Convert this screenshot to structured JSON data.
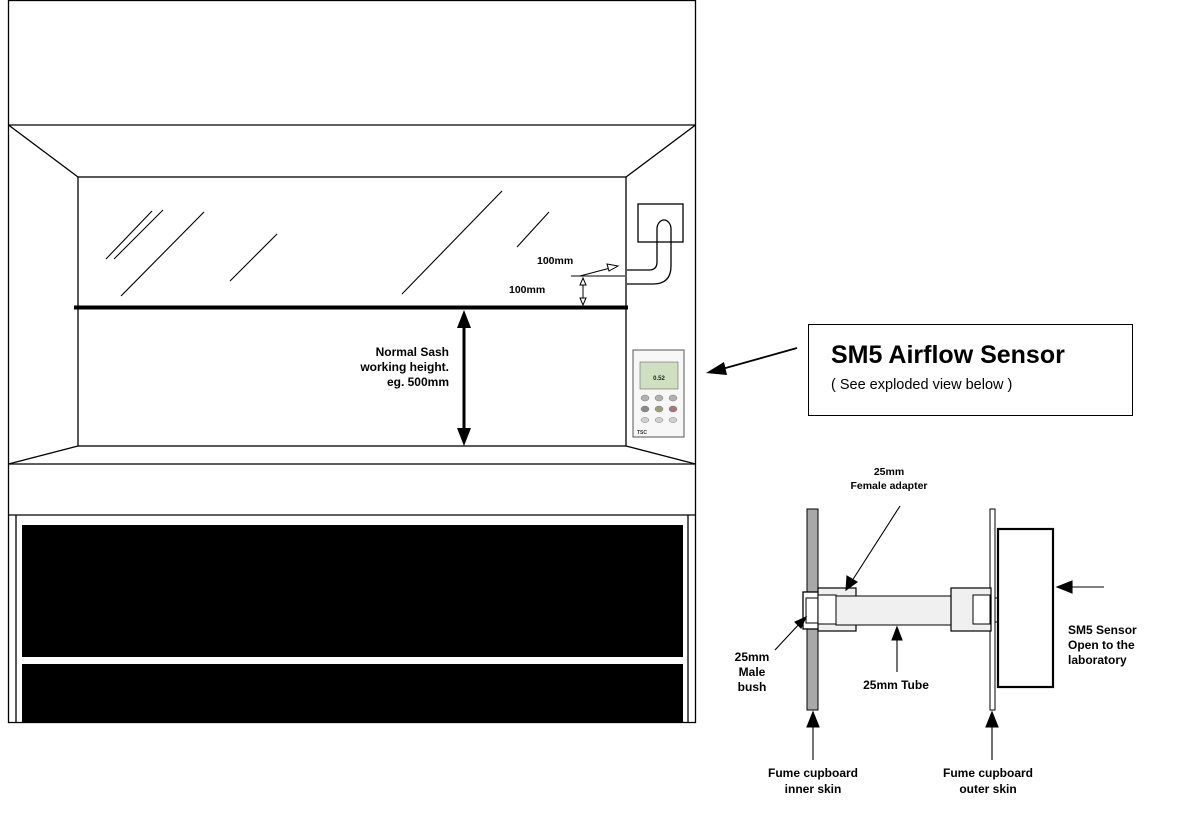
{
  "labels": {
    "dim_top": "100mm",
    "dim_side": "100mm",
    "sash_line1": "Normal Sash",
    "sash_line2": "working height.",
    "sash_line3": "eg. 500mm",
    "female_line1": "25mm",
    "female_line2": "Female adapter",
    "male_line1": "25mm",
    "male_line2": "Male",
    "male_line3": "bush",
    "tube": "25mm Tube",
    "sensor_line1": "SM5 Sensor",
    "sensor_line2": "Open to the",
    "sensor_line3": "laboratory",
    "inner_line1": "Fume cupboard",
    "inner_line2": "inner skin",
    "outer_line1": "Fume cupboard",
    "outer_line2": "outer skin"
  },
  "callout": {
    "title": "SM5 Airflow Sensor",
    "subtitle": "( See exploded view below )"
  },
  "device": {
    "screen_value": "0.52",
    "brand": "TSC"
  },
  "colors": {
    "line": "#000000",
    "skin_fill": "#a8a8a8",
    "screen_fill": "#cfe0c0",
    "panel_dark": "#000000",
    "fitting_fill": "#f0f0f0"
  }
}
